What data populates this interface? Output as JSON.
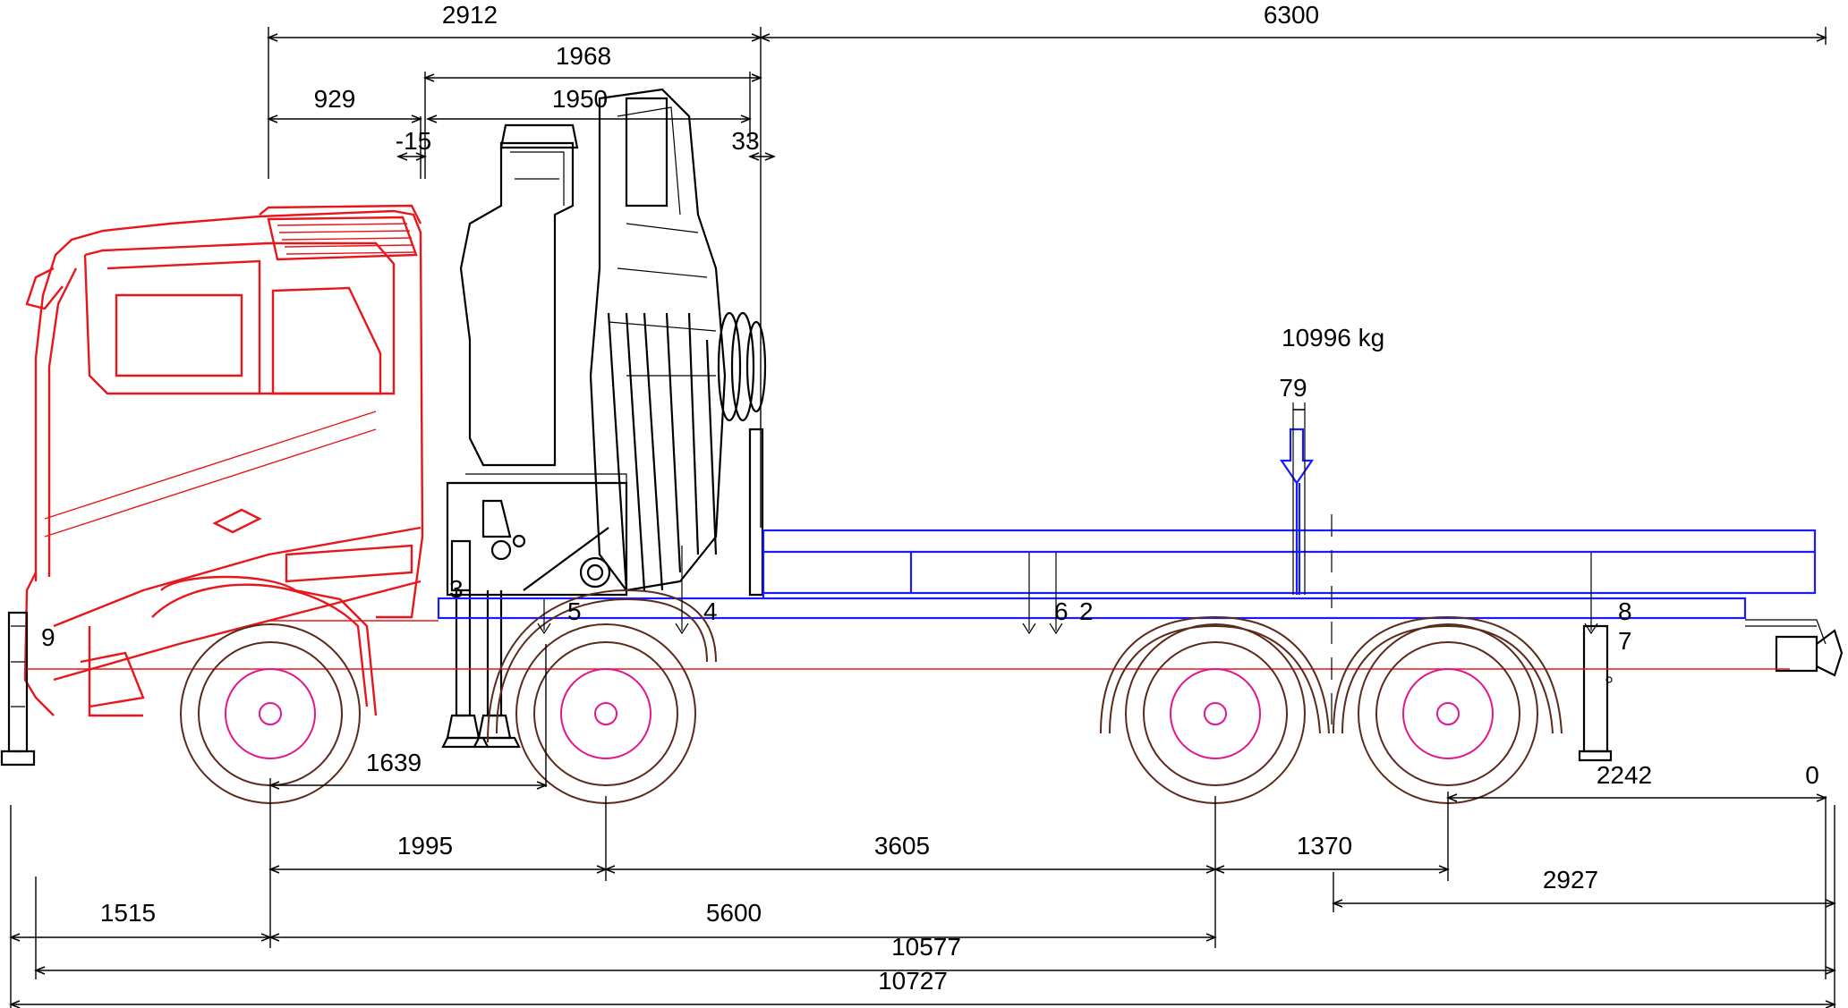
{
  "drawing": {
    "dimensions": {
      "crane_overall": "2912",
      "platform_length": "6300",
      "crane_base_width": "1968",
      "cab_to_crane": "929",
      "crane_column": "1950",
      "offset_front": "-15",
      "offset_rear": "33",
      "load_offset": "79",
      "stabilizer_to_axle": "1639",
      "axle1_to_axle2": "1995",
      "axle2_to_axle3": "3605",
      "axle3_to_axle4": "1370",
      "rear_axle_to_end": "2242",
      "end_zero": "0",
      "rear_overhang": "2927",
      "front_overhang": "1515",
      "wheelbase": "5600",
      "length_to_rear": "10577",
      "overall_length": "10727"
    },
    "load_label": "10996 kg",
    "markers": {
      "m2": "2",
      "m3": "3",
      "m4": "4",
      "m5": "5",
      "m6": "6",
      "m7": "7",
      "m8": "8",
      "m9": "9"
    },
    "colors": {
      "cab": "#e8161b",
      "crane": "#000000",
      "platform": "#1a1aff",
      "wheels": "#5a2a1a",
      "hubs": "#e0178c"
    }
  }
}
